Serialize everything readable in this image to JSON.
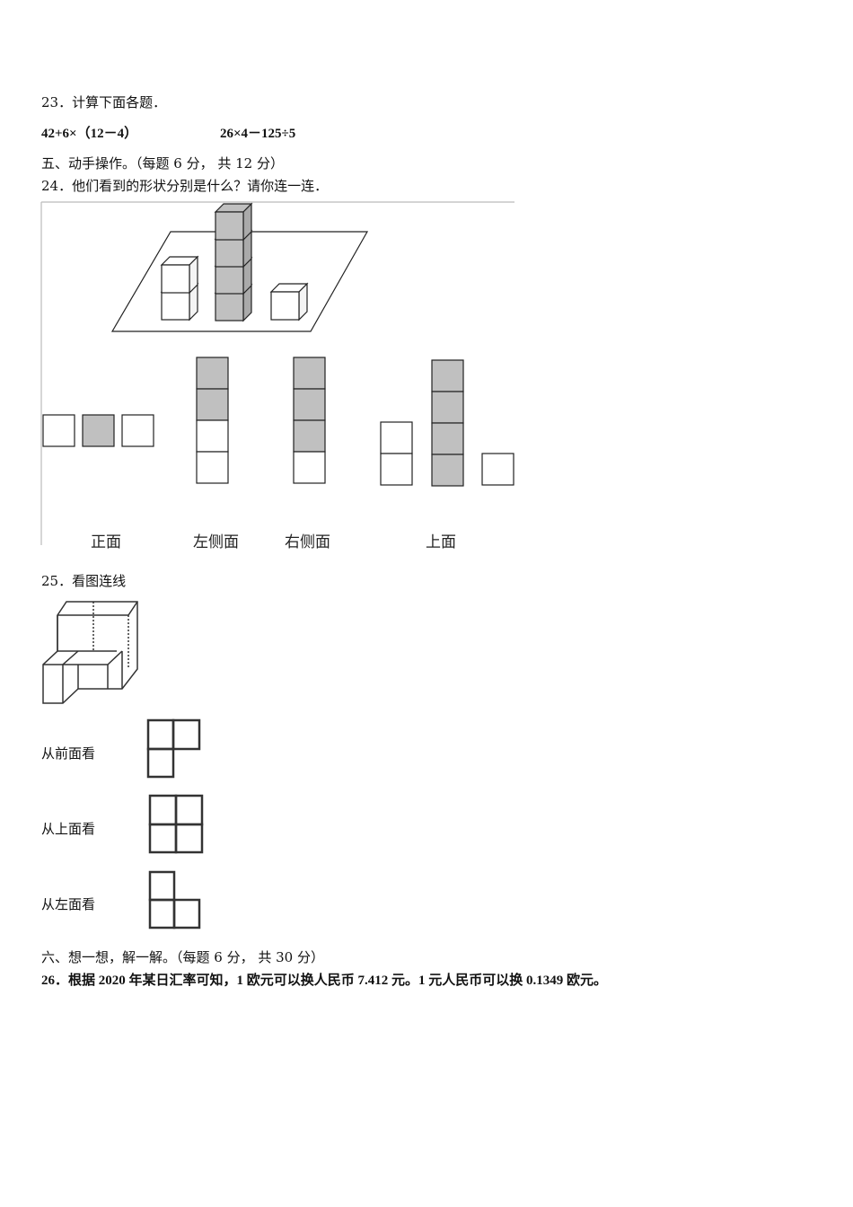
{
  "q23": {
    "title": "23．计算下面各题．",
    "expr1": "42+6×（12－4）",
    "expr2": "26×4－125÷5"
  },
  "section5": {
    "title": "五、动手操作。（每题 6 分， 共 12 分）"
  },
  "q24": {
    "title": "24．他们看到的形状分别是什么？请你连一连．",
    "view_labels": [
      "正面",
      "左侧面",
      "右侧面",
      "上面"
    ],
    "colors": {
      "gray_cube": "#c0c0c0",
      "white_cube": "#ffffff"
    }
  },
  "q25": {
    "title": "25．看图连线",
    "views": [
      "从前面看",
      "从上面看",
      "从左面看"
    ]
  },
  "section6": {
    "title": "六、想一想，解一解。（每题 6 分， 共 30 分）"
  },
  "q26": {
    "text": "26．根据 2020 年某日汇率可知，1 欧元可以换人民币 7.412 元。1 元人民币可以换 0.1349 欧元。"
  }
}
